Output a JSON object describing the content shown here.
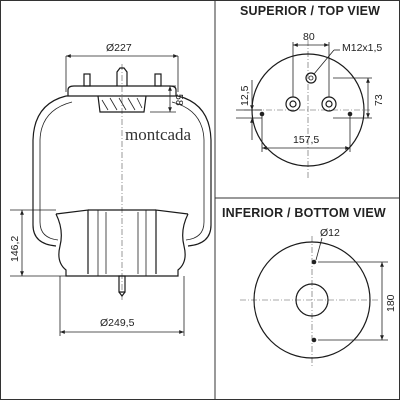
{
  "side_view": {
    "brand": "montcada",
    "dim_top_width": "Ø227",
    "dim_top_height": "58",
    "dim_height": "146,2",
    "dim_bottom_width": "Ø249,5"
  },
  "top_view": {
    "title": "SUPERIOR / TOP VIEW",
    "dim_bolt_spacing": "80",
    "dim_thread": "M12x1,5",
    "dim_offset": "12,5",
    "dim_height": "73",
    "dim_width": "157,5"
  },
  "bottom_view": {
    "title": "INFERIOR / BOTTOM VIEW",
    "dim_hole": "Ø12",
    "dim_spacing": "180"
  }
}
